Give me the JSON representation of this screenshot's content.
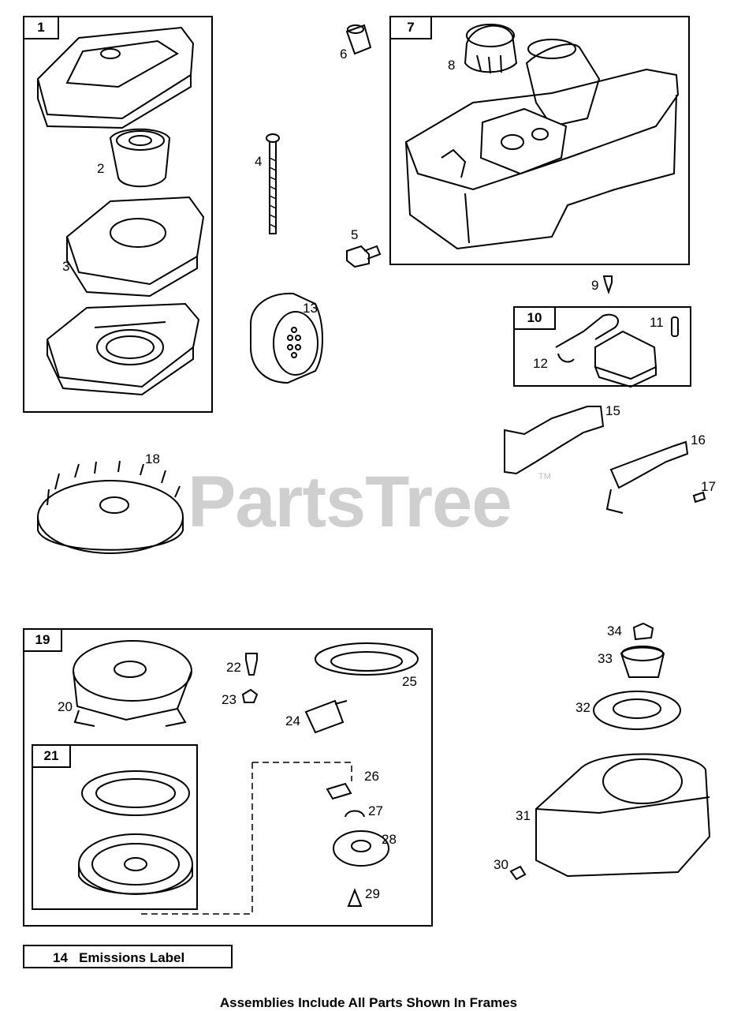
{
  "frames": {
    "f1": "1",
    "f7": "7",
    "f10": "10",
    "f19": "19",
    "f21": "21"
  },
  "parts": {
    "p2": "2",
    "p3": "3",
    "p4": "4",
    "p5": "5",
    "p6": "6",
    "p8": "8",
    "p9": "9",
    "p11": "11",
    "p12": "12",
    "p13": "13",
    "p15": "15",
    "p16": "16",
    "p17": "17",
    "p18": "18",
    "p20": "20",
    "p22": "22",
    "p23": "23",
    "p24": "24",
    "p25": "25",
    "p26": "26",
    "p27": "27",
    "p28": "28",
    "p29": "29",
    "p30": "30",
    "p31": "31",
    "p32": "32",
    "p33": "33",
    "p34": "34"
  },
  "watermark": {
    "text": "PartsTree",
    "mark": "TM"
  },
  "emissions_label": "14   Emissions Label",
  "footer_note": "Assemblies Include All Parts Shown In Frames"
}
